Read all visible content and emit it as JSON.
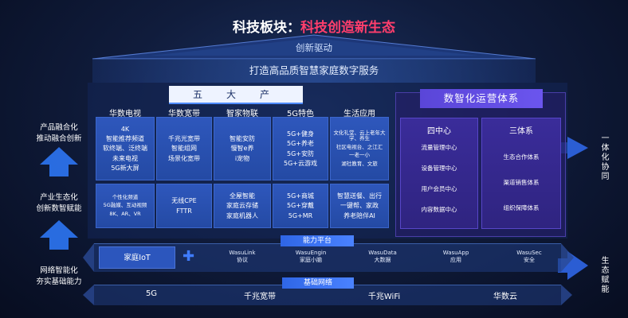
{
  "title": {
    "part1": "科技板块：",
    "part2": "科技创造新生态"
  },
  "roof": {
    "label": "创新驱动"
  },
  "banner": {
    "label": "打造高品质智慧家庭数字服务"
  },
  "five_platforms": {
    "label": "五大产品",
    "columns": [
      {
        "title": "华数电视",
        "top": [
          "4K",
          "智能推荐频道",
          "软终端、泛终端",
          "未来电视",
          "5G新大屏"
        ],
        "bottom": [
          "个性化频道",
          "5G融媒、互动视频",
          "8K、AR、VR"
        ]
      },
      {
        "title": "华数宽带",
        "top": [
          "千兆光宽带",
          "智能组网",
          "场景化宽带"
        ],
        "bottom": [
          "无线CPE",
          "FTTR"
        ]
      },
      {
        "title": "智家物联",
        "top": [
          "智能安防",
          "慢智e养",
          "i宠物"
        ],
        "bottom": [
          "全屋智能",
          "家庭云存储",
          "家庭机器人"
        ]
      },
      {
        "title": "5G特色",
        "top": [
          "5G+健身",
          "5G+养老",
          "5G+安防",
          "5G+云游戏"
        ],
        "bottom": [
          "5G+商城",
          "5G+穿戴",
          "5G+MR"
        ]
      },
      {
        "title": "生活应用",
        "top": [
          "文化礼堂、云上老年大学、养生",
          "社区电视台、之江汇",
          "一老一小",
          "湖社教育、文旅"
        ],
        "bottom": [
          "智慧送餐、出行",
          "一键帮、家政",
          "养老陪伴AI"
        ]
      }
    ]
  },
  "digital_ops": {
    "label": "数智化运营体系",
    "centers": {
      "title": "四中心",
      "items": [
        "流量管理中心",
        "设备管理中心",
        "用户会员中心",
        "内容数据中心"
      ]
    },
    "systems": {
      "title": "三体系",
      "items": [
        "生态合作体系",
        "渠道销售体系",
        "组织保障体系"
      ]
    }
  },
  "capability": {
    "label": "能力平台",
    "iot": "家庭IoT",
    "plus_icon": "plus-icon",
    "items": [
      {
        "line1": "WasuLink",
        "line2": "协议"
      },
      {
        "line1": "WasuEngin",
        "line2": "家庭小脑"
      },
      {
        "line1": "WasuData",
        "line2": "大数据"
      },
      {
        "line1": "WasuApp",
        "line2": "应用"
      },
      {
        "line1": "WasuSec",
        "line2": "安全"
      }
    ]
  },
  "base": {
    "label": "基础网络",
    "items": [
      "5G",
      "千兆宽带",
      "千兆WiFi",
      "华数云"
    ]
  },
  "left_side": [
    {
      "line1": "产品融合化",
      "line2": "推动融合创新"
    },
    {
      "line1": "产业生态化",
      "line2": "创新数智赋能"
    },
    {
      "line1": "网络智能化",
      "line2": "夯实基础能力"
    }
  ],
  "right_side": [
    "一体化协同",
    "生态赋能"
  ],
  "colors": {
    "accent_pink": "#ff3e6c",
    "box_blue": "#2c56bd",
    "purple": "#5a46d8",
    "bg_dark": "#0a1430"
  }
}
